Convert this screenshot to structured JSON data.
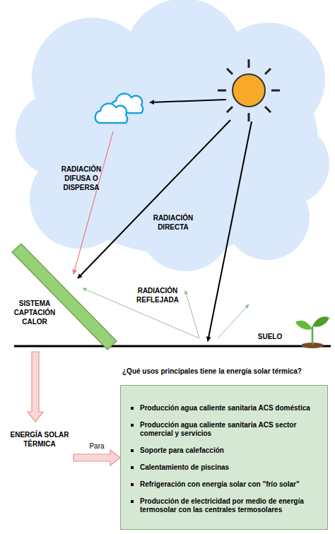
{
  "diagram": {
    "nodes": [
      {
        "text": [
          "SISTEMA CAPTACIÓN CALOR"
        ]
      },
      {
        "text": [
          "ENERGÍA SOLAR TÉRMICA"
        ]
      },
      {
        "text": [
          "¿Qué usos principales tiene la energía solar térmica?",
          "Producción agua caliente sanitaria ACS doméstica",
          "Producción agua caliente sanitaria ACS sector comercial y servicios",
          "Soporte para calefacción",
          "Calentamiento de piscinas",
          "Refrigeración con energía solar con \"frío solar\"",
          "Producción de electricidad por medio de energía termosolar con las centrales termosolares"
        ]
      }
    ],
    "edges": [
      {
        "from": 0,
        "to": 1,
        "arrow": "to"
      },
      {
        "from": 1,
        "to": 2,
        "label": "Para",
        "arrow": "to"
      }
    ],
    "labels": [
      "RADIACIÓN DIFUSA O DISPERSA",
      "RADIACIÓN DIRECTA",
      "RADIACIÓN REFLEJADA",
      "SUELO"
    ]
  }
}
